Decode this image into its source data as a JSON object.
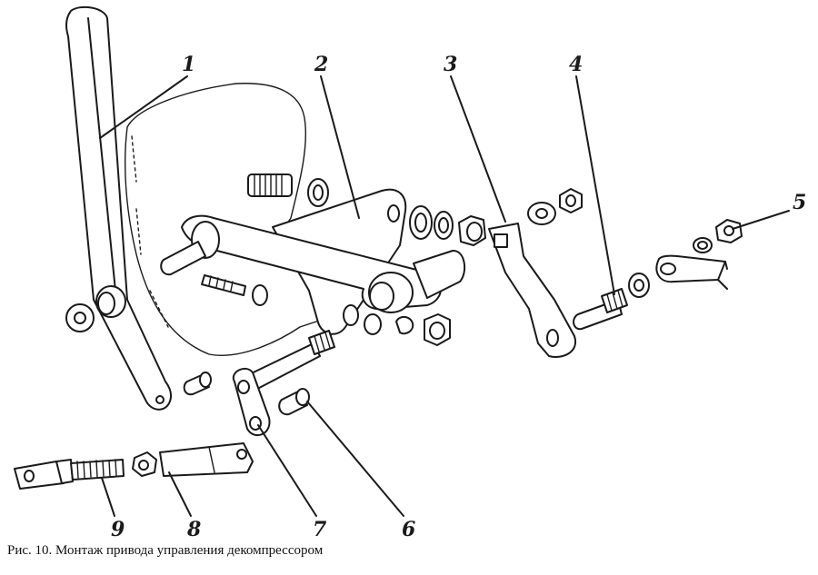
{
  "figure": {
    "callouts": [
      "1",
      "2",
      "3",
      "4",
      "5",
      "6",
      "7",
      "8",
      "9"
    ],
    "caption": "Рис. 10. Монтаж привода управления декомпрессором"
  }
}
